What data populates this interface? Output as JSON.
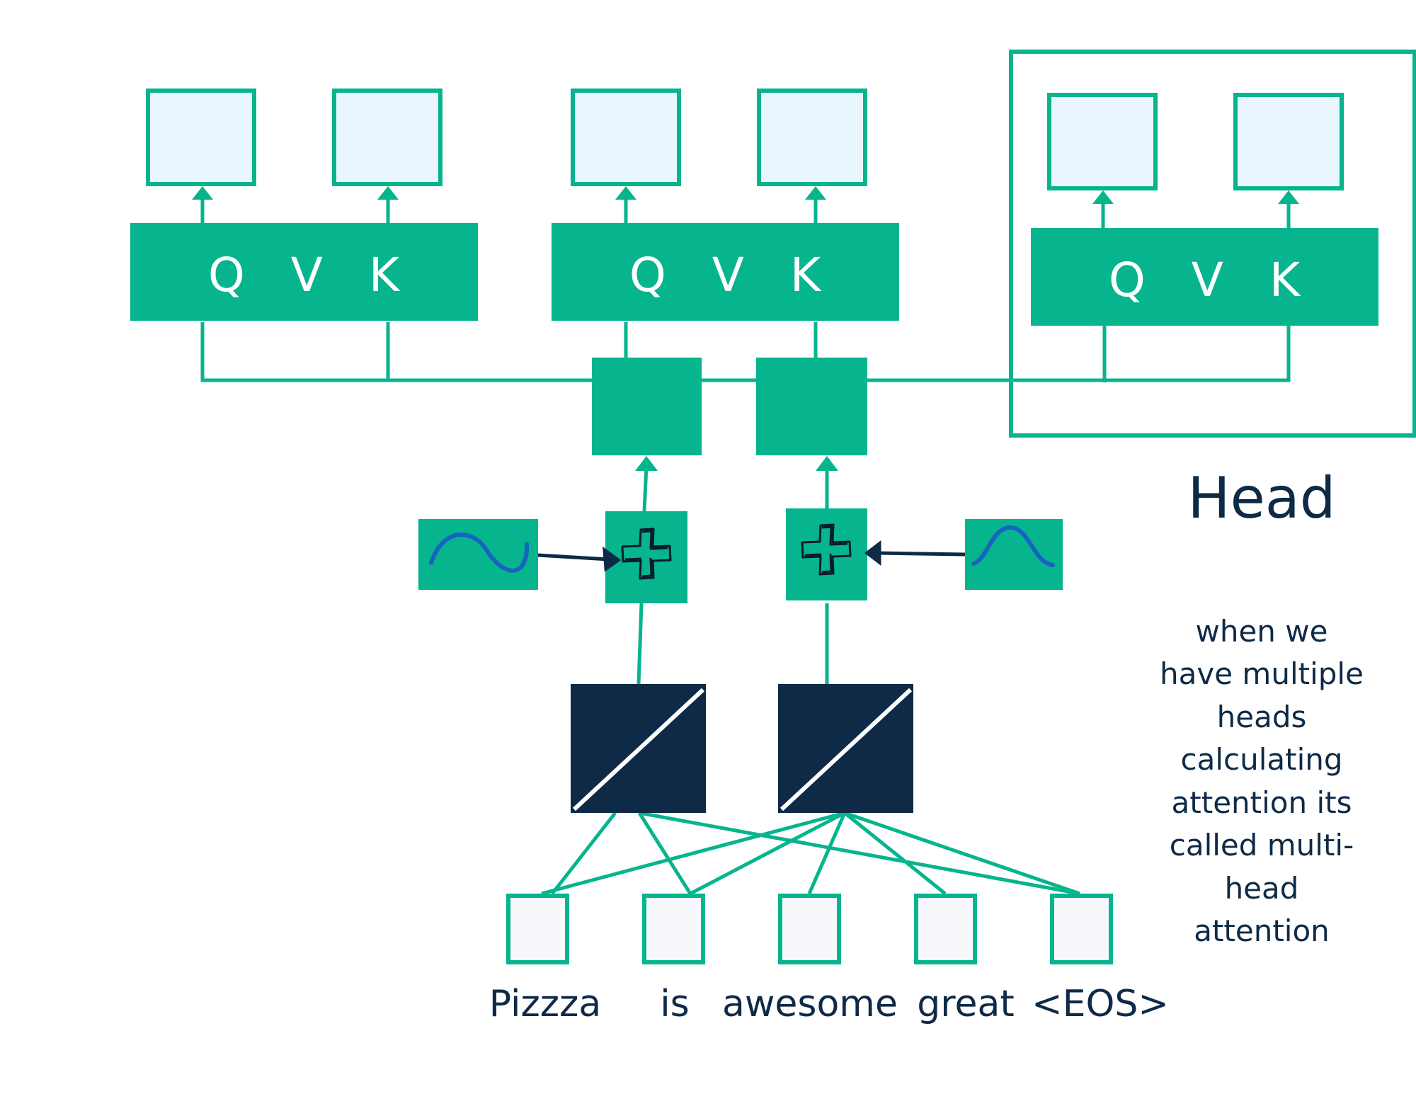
{
  "colors": {
    "teal": "#06b48e",
    "light_box": "#eaf6fd",
    "token_box": "#f6f8fc",
    "navy": "#0e2a47",
    "wave_blue": "#1565c0",
    "white": "#ffffff"
  },
  "qvk_blocks": [
    {
      "label": "Q V K"
    },
    {
      "label": "Q V K"
    },
    {
      "label": "Q V K"
    }
  ],
  "positional_icons": [
    {
      "icon": "sine-wave-icon"
    },
    {
      "icon": "bell-curve-icon"
    }
  ],
  "adder_icons": [
    "plus-icon",
    "plus-icon"
  ],
  "tokens": [
    {
      "word": "Pizzza"
    },
    {
      "word": "is"
    },
    {
      "word": "awesome"
    },
    {
      "word": "great"
    },
    {
      "word": "<EOS>"
    }
  ],
  "head_label": "Head",
  "note_lines": [
    "when we",
    "have multiple",
    "heads",
    "calculating",
    "attention its",
    "called multi-",
    "head",
    "attention"
  ]
}
